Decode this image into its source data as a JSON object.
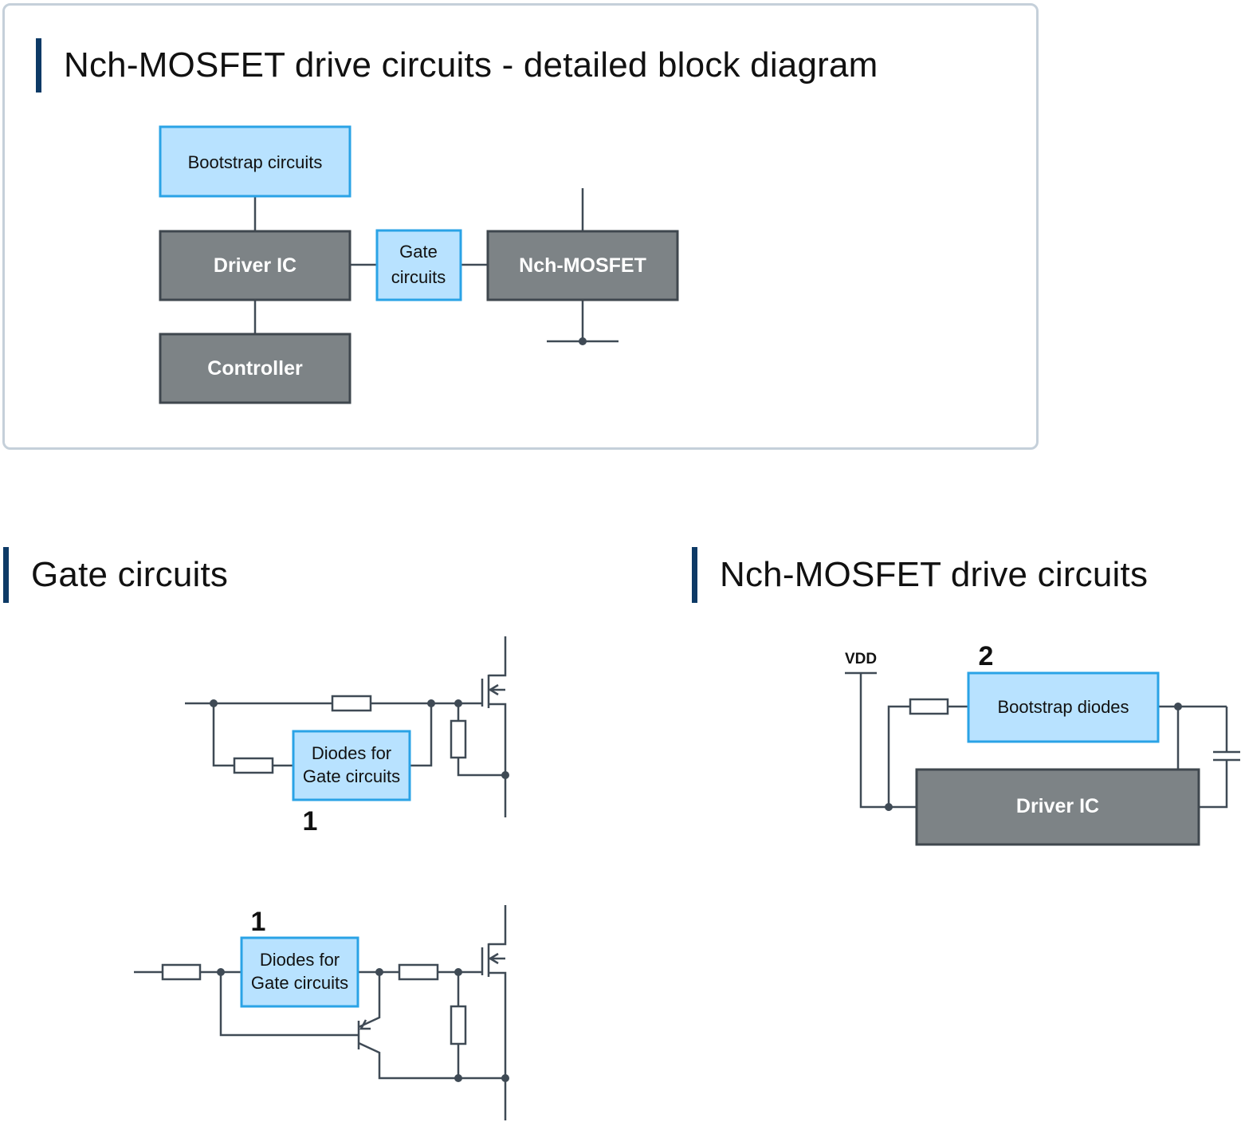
{
  "top_panel": {
    "title": "Nch-MOSFET drive circuits - detailed block diagram",
    "blocks": {
      "bootstrap": "Bootstrap circuits",
      "driver_ic": "Driver IC",
      "gate_line1": "Gate",
      "gate_line2": "circuits",
      "nch_mosfet": "Nch-MOSFET",
      "controller": "Controller"
    }
  },
  "gate_section": {
    "title": "Gate circuits",
    "circuit1": {
      "box_line1": "Diodes for",
      "box_line2": "Gate circuits",
      "number": "1"
    },
    "circuit2": {
      "box_line1": "Diodes for",
      "box_line2": "Gate circuits",
      "number": "1"
    }
  },
  "drive_section": {
    "title": "Nch-MOSFET drive circuits",
    "vdd": "VDD",
    "number": "2",
    "bootstrap_box": "Bootstrap diodes",
    "driver_ic": "Driver IC"
  },
  "colors": {
    "light_fill": "#b8e2ff",
    "light_border": "#2aa3e6",
    "dark_fill": "#7d8386",
    "accent_bar": "#0d3a66"
  }
}
